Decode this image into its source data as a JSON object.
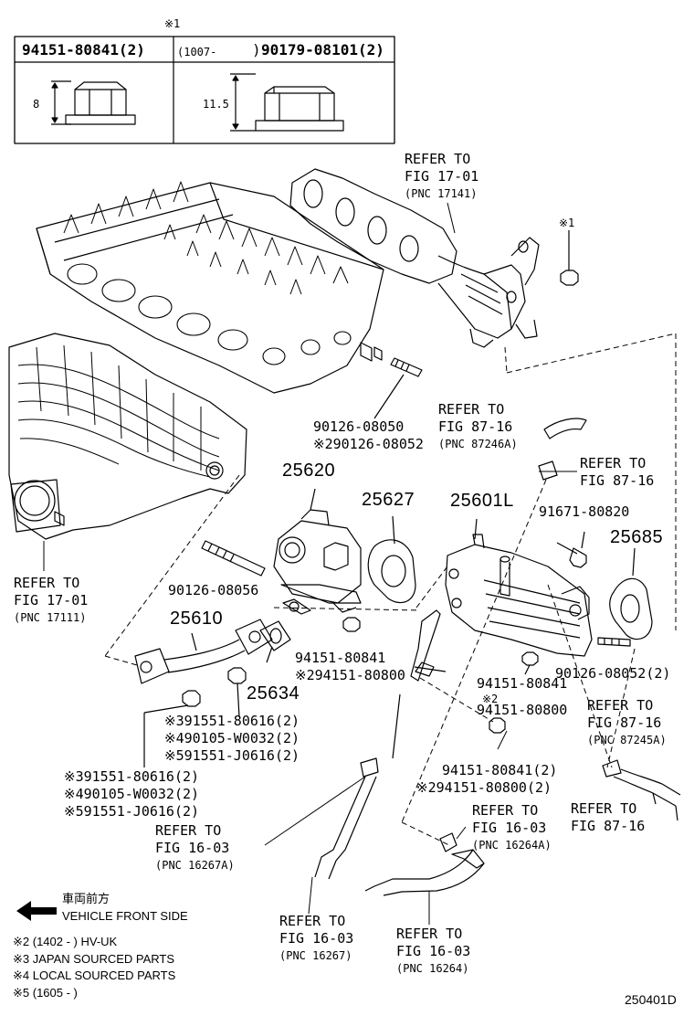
{
  "header_mark": "※1",
  "fastener_table": {
    "left_part": "94151-80841(2)",
    "right_date": "(1007-",
    "right_close": ")",
    "right_part": "90179-08101(2)",
    "left_dim": "8",
    "right_dim": "11.5"
  },
  "mark_1": "※1",
  "labels": {
    "refer_17_01_top": [
      "REFER TO",
      "FIG 17-01",
      "(PNC 17141)"
    ],
    "p90126_08050": "90126-08050",
    "p90126_08052_note": "※290126-08052",
    "refer_87_16_a": [
      "REFER TO",
      "FIG 87-16",
      "(PNC 87246A)"
    ],
    "refer_87_16_b": [
      "REFER TO",
      "FIG 87-16"
    ],
    "p25620": "25620",
    "p25627": "25627",
    "p25601L": "25601L",
    "p91671": "91671-80820",
    "p25685": "25685",
    "refer_17_01_left": [
      "REFER TO",
      "FIG 17-01",
      "(PNC 17111)"
    ],
    "p90126_08056": "90126-08056",
    "p25610": "25610",
    "p94151_a": "94151-80841",
    "p94151_a2": "※294151-80800",
    "p25634": "25634",
    "p91551_a": [
      "※391551-80616(2)",
      "※490105-W0032(2)",
      "※591551-J0616(2)"
    ],
    "p91551_b": [
      "※391551-80616(2)",
      "※490105-W0032(2)",
      "※591551-J0616(2)"
    ],
    "p94151_b": "94151-80841",
    "p94151_b2": "※2",
    "p94151_b3": "94151-80800",
    "p90126_08052_2": "90126-08052(2)",
    "refer_87_16_c": [
      "REFER TO",
      "FIG 87-16",
      "(PNC 87245A)"
    ],
    "p94151_c": "94151-80841(2)",
    "p94151_c2": "※294151-80800(2)",
    "refer_16_03_a": [
      "REFER TO",
      "FIG 16-03",
      "(PNC 16267A)"
    ],
    "refer_16_03_b": [
      "REFER TO",
      "FIG 16-03",
      "(PNC 16264A)"
    ],
    "refer_87_16_d": [
      "REFER TO",
      "FIG 87-16"
    ],
    "refer_16_03_c": [
      "REFER TO",
      "FIG 16-03",
      "(PNC 16267)"
    ],
    "refer_16_03_d": [
      "REFER TO",
      "FIG 16-03",
      "(PNC 16264)"
    ]
  },
  "front_note": {
    "jp": "車両前方",
    "en": "VEHICLE FRONT SIDE"
  },
  "notes": [
    "※2 (1402 -         ) HV-UK",
    "※3 JAPAN SOURCED PARTS",
    "※4 LOCAL SOURCED PARTS",
    "※5 (1605 -         )"
  ],
  "diagram_id": "250401D"
}
